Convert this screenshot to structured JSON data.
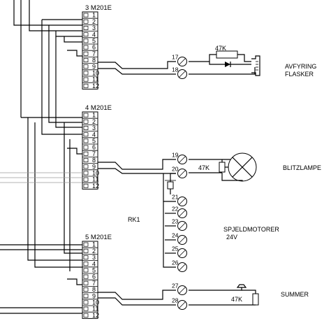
{
  "modules": [
    {
      "id": "m3",
      "title": "3 M201E",
      "pins": [
        "1",
        "2",
        "3",
        "4",
        "5",
        "6",
        "7",
        "8",
        "9",
        "10",
        "11",
        "12"
      ]
    },
    {
      "id": "m4",
      "title": "4 M201E",
      "pins": [
        "1",
        "2",
        "3",
        "4",
        "5",
        "6",
        "7",
        "8",
        "9",
        "10",
        "11",
        "12"
      ]
    },
    {
      "id": "m5",
      "title": "5 M201E",
      "pins": [
        "1",
        "2",
        "3",
        "4",
        "5",
        "6",
        "7",
        "8",
        "9",
        "10",
        "11",
        "12"
      ]
    }
  ],
  "terminals": [
    "17",
    "18",
    "19",
    "20",
    "21",
    "22",
    "23",
    "24",
    "25",
    "26",
    "27",
    "28"
  ],
  "components": {
    "r1": "47K",
    "r2": "47K",
    "r3": "47K",
    "rk": "RK1"
  },
  "labels": {
    "avfyring_1": "AVFYRING",
    "avfyring_2": "FLASKER",
    "blitz": "BLITZLAMPE",
    "spjeld_1": "SPJELDMOTORER",
    "spjeld_2": "24V",
    "summer": "SUMMER"
  }
}
